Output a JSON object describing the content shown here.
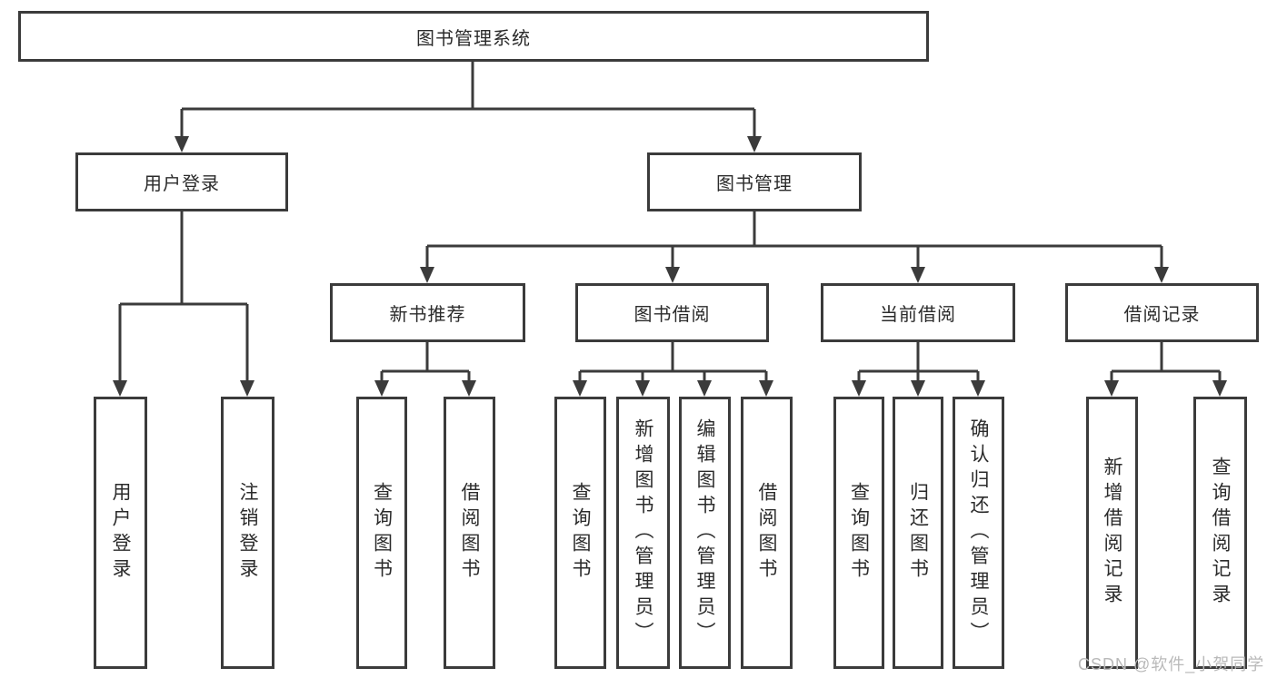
{
  "colors": {
    "line": "#3b3b3b",
    "text": "#2b2b2b",
    "background": "#ffffff",
    "watermark_text": "#b9b9b9"
  },
  "watermark": "CSDN @软件_小贺同学",
  "tree": {
    "root": {
      "label": "图书管理系统"
    },
    "branches": [
      {
        "label": "用户登录",
        "children": [
          {
            "label": "用户登录"
          },
          {
            "label": "注销登录"
          }
        ]
      },
      {
        "label": "图书管理",
        "children": [
          {
            "label": "新书推荐",
            "children": [
              {
                "label": "查询图书"
              },
              {
                "label": "借阅图书"
              }
            ]
          },
          {
            "label": "图书借阅",
            "children": [
              {
                "label": "查询图书"
              },
              {
                "label": "新增图书（管理员）"
              },
              {
                "label": "编辑图书（管理员）"
              },
              {
                "label": "借阅图书"
              }
            ]
          },
          {
            "label": "当前借阅",
            "children": [
              {
                "label": "查询图书"
              },
              {
                "label": "归还图书"
              },
              {
                "label": "确认归还（管理员）"
              }
            ]
          },
          {
            "label": "借阅记录",
            "children": [
              {
                "label": "新增借阅记录"
              },
              {
                "label": "查询借阅记录"
              }
            ]
          }
        ]
      }
    ]
  }
}
